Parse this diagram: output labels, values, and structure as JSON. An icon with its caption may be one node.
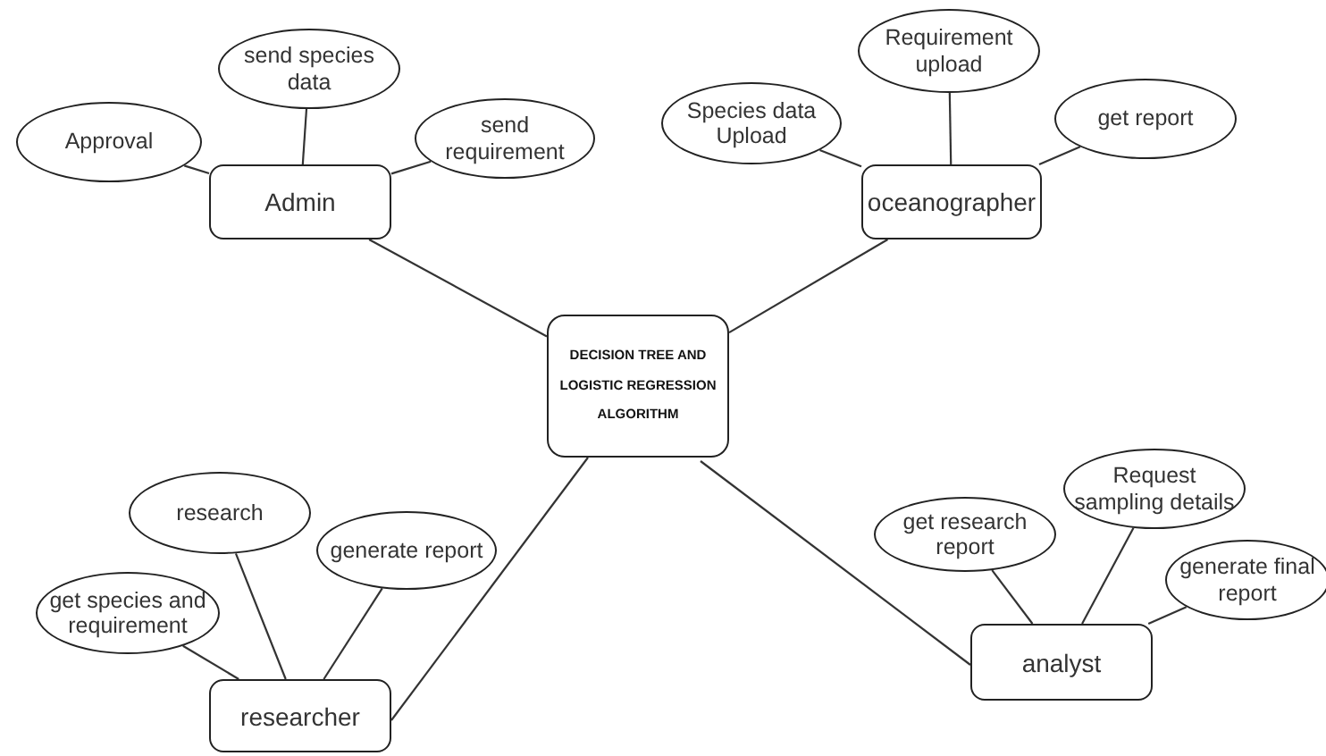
{
  "diagram": {
    "nodes": [
      {
        "text": [
          "Admin"
        ]
      },
      {
        "text": [
          "Approval"
        ]
      },
      {
        "text": [
          "send species data"
        ]
      },
      {
        "text": [
          "send requirement"
        ]
      },
      {
        "text": [
          "oceanographer"
        ]
      },
      {
        "text": [
          "Species data Upload"
        ]
      },
      {
        "text": [
          "Requirement upload"
        ]
      },
      {
        "text": [
          "get report"
        ]
      },
      {
        "text": [
          "DECISION TREE AND LOGISTIC REGRESSION ALGORITHM"
        ]
      },
      {
        "text": [
          "researcher"
        ]
      },
      {
        "text": [
          "research"
        ]
      },
      {
        "text": [
          "generate report"
        ]
      },
      {
        "text": [
          "get species and requirement"
        ]
      },
      {
        "text": [
          "analyst"
        ]
      },
      {
        "text": [
          "get research report"
        ]
      },
      {
        "text": [
          "Request sampling details"
        ]
      },
      {
        "text": [
          "generate final report"
        ]
      }
    ],
    "edges": [
      {
        "from": 0,
        "to": 1,
        "arrow": "none"
      },
      {
        "from": 0,
        "to": 2,
        "arrow": "none"
      },
      {
        "from": 0,
        "to": 3,
        "arrow": "none"
      },
      {
        "from": 4,
        "to": 5,
        "arrow": "none"
      },
      {
        "from": 4,
        "to": 6,
        "arrow": "none"
      },
      {
        "from": 4,
        "to": 7,
        "arrow": "none"
      },
      {
        "from": 8,
        "to": 0,
        "arrow": "none"
      },
      {
        "from": 8,
        "to": 4,
        "arrow": "none"
      },
      {
        "from": 8,
        "to": 9,
        "arrow": "none"
      },
      {
        "from": 8,
        "to": 13,
        "arrow": "none"
      },
      {
        "from": 9,
        "to": 10,
        "arrow": "none"
      },
      {
        "from": 9,
        "to": 11,
        "arrow": "none"
      },
      {
        "from": 9,
        "to": 12,
        "arrow": "none"
      },
      {
        "from": 13,
        "to": 14,
        "arrow": "none"
      },
      {
        "from": 13,
        "to": 15,
        "arrow": "none"
      },
      {
        "from": 13,
        "to": 16,
        "arrow": "none"
      }
    ]
  }
}
